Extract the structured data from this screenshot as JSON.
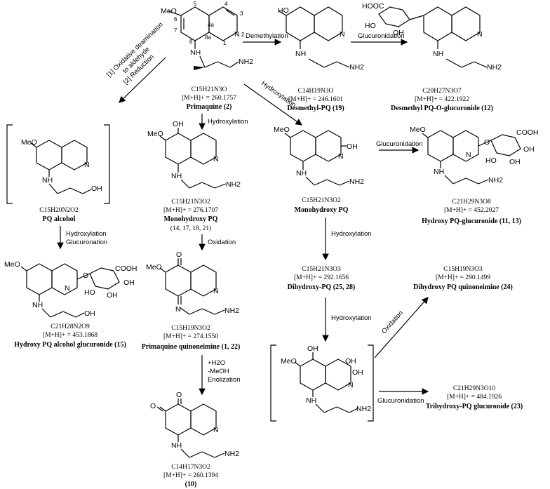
{
  "compounds": {
    "primaquine": {
      "formula": "C15H21N3O",
      "mass": "[M+H]+ = 260.1757",
      "name": "Primaquine (2)"
    },
    "desmethyl": {
      "formula": "C14H19N3O",
      "mass": "[M+H]+ = 246.1601",
      "name": "Desmethyl-PQ (19)"
    },
    "desmethyl_gluc": {
      "formula": "C20H27N3O7",
      "mass": "[M+H]+ = 422.1922",
      "name": "Desmethyl PQ-O-glucuronide (12)"
    },
    "pq_alcohol": {
      "formula": "C15H20N2O2",
      "name": "PQ alcohol"
    },
    "monohydroxy_a": {
      "formula": "C15H21N3O2",
      "mass": "[M+H]+ = 276.1707",
      "name": "Monohydroxy PQ",
      "ids": "(14, 17, 18, 21)"
    },
    "monohydroxy_b": {
      "formula": "C15H21N3O2",
      "name": "Monohydroxy PQ"
    },
    "hydroxy_gluc": {
      "formula": "C21H29N3O8",
      "mass": "[M+H]+ = 452.2027",
      "name": "Hydroxy PQ-glucuronide (11, 13)"
    },
    "alcohol_gluc": {
      "formula": "C21H28N2O9",
      "mass": "[M+H]+ = 453.1868",
      "name": "Hydroxy PQ alcohol glucuronide (15)"
    },
    "quinoneimine": {
      "formula": "C15H19N3O2",
      "mass": "[M+H]+ = 274.1550",
      "name": "Primaquine quinoneimine (1, 22)"
    },
    "dihydroxy": {
      "formula": "C15H21N3O3",
      "mass": "[M+H]+ = 292.1656",
      "name": "Dihydroxy-PQ (25, 28)"
    },
    "dihydroxy_quin": {
      "formula": "C15H19N3O3",
      "mass": "[M+H]+ = 290.1499",
      "name": "Dihydroxy PQ quinoneimine (24)"
    },
    "trihydroxy_gluc": {
      "formula": "C21H29N3O10",
      "mass": "[M+H]+ = 484.1926",
      "name": "Trihydroxy-PQ glucuronide (23)"
    },
    "c10": {
      "formula": "C14H17N3O2",
      "mass": "[M+H]+ = 260.1394",
      "name": "(10)"
    }
  },
  "arrows": {
    "demethylation": "Demethylation",
    "glucuronidation1": "Glucuronidation",
    "oxdeam1": "[1] Oxidative deamination",
    "oxdeam2": "to aldehyde",
    "oxdeam3": "[2] Reduction",
    "hydroxylation_down": "Hydroxylation",
    "hydroxylation_diag": "Hydroxylation",
    "glucuronidation2": "Glucuronidation",
    "hydroxylation_gluc1": "Hydroxylation",
    "hydroxylation_gluc2": "Glucuronation",
    "oxidation1": "Oxidation",
    "hydroxylation2": "Hydroxylation",
    "hydroxylation3": "Hydroxylation",
    "oxidation2": "Oxidation",
    "glucuronidation3": "Glucuronidation",
    "water1": "+H2O",
    "water2": "-MeOH",
    "water3": "Enolization"
  },
  "atoms": {
    "meo": "MeO",
    "oh": "OH",
    "ho": "HO",
    "nh": "NH",
    "nh2": "NH2",
    "n": "N",
    "o": "O",
    "hooc": "HOOC",
    "cooh": "COOH"
  },
  "ring_numbers": [
    "5",
    "4",
    "3",
    "6",
    "4a",
    "7",
    "8a",
    "8",
    "1",
    "2"
  ]
}
